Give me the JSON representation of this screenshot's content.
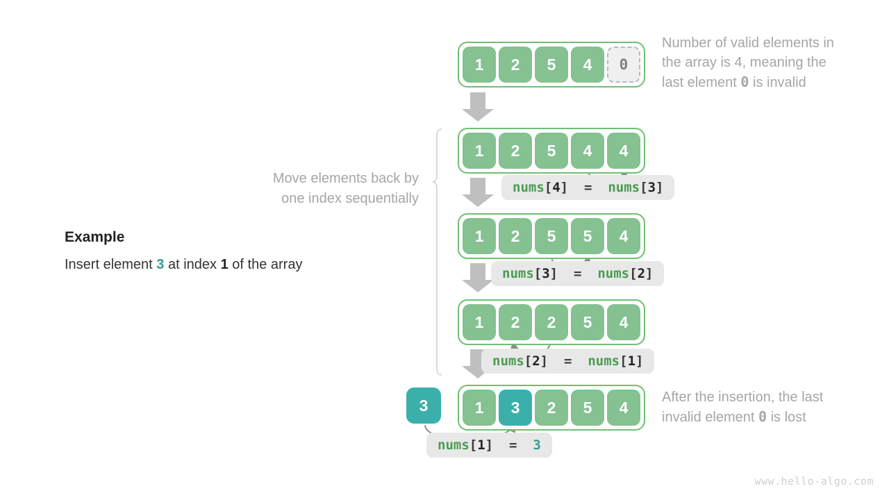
{
  "diagram": {
    "title_example": "Example",
    "example_text_parts": {
      "pre": "Insert element ",
      "value": "3",
      "mid": " at index ",
      "index": "1",
      "post": " of the array"
    },
    "watermark": "www.hello-algo.com",
    "colors": {
      "cell_green": "#85c191",
      "cell_teal": "#3bb0aa",
      "array_border": "#6fbf73",
      "invalid_bg": "#f0f0f0",
      "invalid_text": "#808080",
      "chip_bg": "#e8e8e8",
      "ident_green": "#4a9c52",
      "note_gray": "#a6a6a6",
      "arrow_gray": "#b4b4b4",
      "curve_gray": "#8c8c8c"
    },
    "side_label": {
      "line1": "Move elements back by",
      "line2": "one index sequentially"
    },
    "notes": [
      {
        "id": "note-top",
        "line1": "Number of valid elements in",
        "line2_pre": "the array is 4, meaning the",
        "line3_pre": "last element ",
        "line3_code": "0",
        "line3_post": " is invalid"
      },
      {
        "id": "note-bottom",
        "line1": "After the insertion, the last",
        "line2_pre": "invalid element ",
        "line2_code": "0",
        "line2_post": " is lost"
      }
    ],
    "rows": [
      {
        "id": "row-initial",
        "cells": [
          {
            "value": "1",
            "style": "green"
          },
          {
            "value": "2",
            "style": "green"
          },
          {
            "value": "5",
            "style": "green"
          },
          {
            "value": "4",
            "style": "green"
          },
          {
            "value": "0",
            "style": "invalid"
          }
        ]
      },
      {
        "id": "row-step1",
        "cells": [
          {
            "value": "1",
            "style": "green"
          },
          {
            "value": "2",
            "style": "green"
          },
          {
            "value": "5",
            "style": "green"
          },
          {
            "value": "4",
            "style": "green"
          },
          {
            "value": "4",
            "style": "green"
          }
        ]
      },
      {
        "id": "row-step2",
        "cells": [
          {
            "value": "1",
            "style": "green"
          },
          {
            "value": "2",
            "style": "green"
          },
          {
            "value": "5",
            "style": "green"
          },
          {
            "value": "5",
            "style": "green"
          },
          {
            "value": "4",
            "style": "green"
          }
        ]
      },
      {
        "id": "row-step3",
        "cells": [
          {
            "value": "1",
            "style": "green"
          },
          {
            "value": "2",
            "style": "green"
          },
          {
            "value": "2",
            "style": "green"
          },
          {
            "value": "5",
            "style": "green"
          },
          {
            "value": "4",
            "style": "green"
          }
        ]
      },
      {
        "id": "row-final",
        "cells": [
          {
            "value": "1",
            "style": "green"
          },
          {
            "value": "3",
            "style": "teal"
          },
          {
            "value": "2",
            "style": "green"
          },
          {
            "value": "5",
            "style": "green"
          },
          {
            "value": "4",
            "style": "green"
          }
        ]
      }
    ],
    "insert_box": {
      "value": "3"
    },
    "code_chips": [
      {
        "id": "chip-1",
        "ident1": "nums",
        "lb1": "[",
        "idx1": "4",
        "rb1": "]",
        "eq": "=",
        "ident2": "nums",
        "lb2": "[",
        "idx2": "3",
        "rb2": "]"
      },
      {
        "id": "chip-2",
        "ident1": "nums",
        "lb1": "[",
        "idx1": "3",
        "rb1": "]",
        "eq": "=",
        "ident2": "nums",
        "lb2": "[",
        "idx2": "2",
        "rb2": "]"
      },
      {
        "id": "chip-3",
        "ident1": "nums",
        "lb1": "[",
        "idx1": "2",
        "rb1": "]",
        "eq": "=",
        "ident2": "nums",
        "lb2": "[",
        "idx2": "1",
        "rb2": "]"
      }
    ],
    "final_chip": {
      "id": "chip-4",
      "ident1": "nums",
      "lb1": "[",
      "idx1": "1",
      "rb1": "]",
      "eq": "=",
      "value": "3"
    }
  }
}
